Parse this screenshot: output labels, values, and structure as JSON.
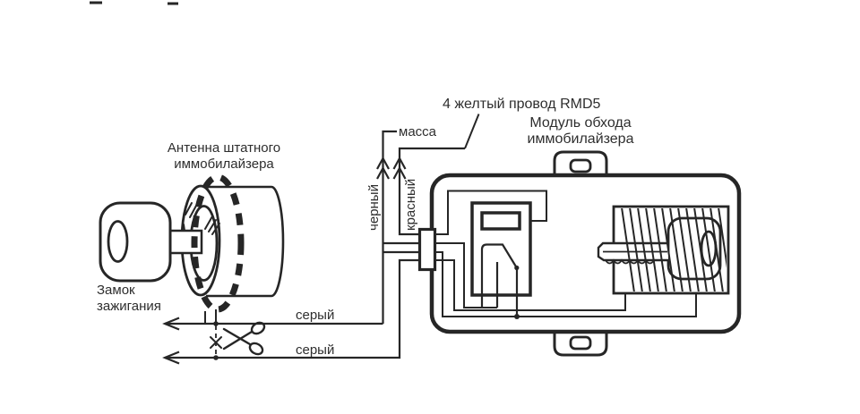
{
  "colors": {
    "line": "#262626",
    "text": "#2e2e2e",
    "background": "#ffffff"
  },
  "labels": {
    "antenna_line1": "Антенна штатного",
    "antenna_line2": "иммобилайзера",
    "ignition_lock_line1": "Замок",
    "ignition_lock_line2": "зажигания",
    "ground": "масса",
    "yellow_wire_note": "4 желтый провод RMD5",
    "module_line1": "Модуль обхода",
    "module_line2": "иммобилайзера",
    "wire_black": "черный",
    "wire_red": "красный",
    "wire_gray_upper": "серый",
    "wire_gray_lower": "серый"
  }
}
